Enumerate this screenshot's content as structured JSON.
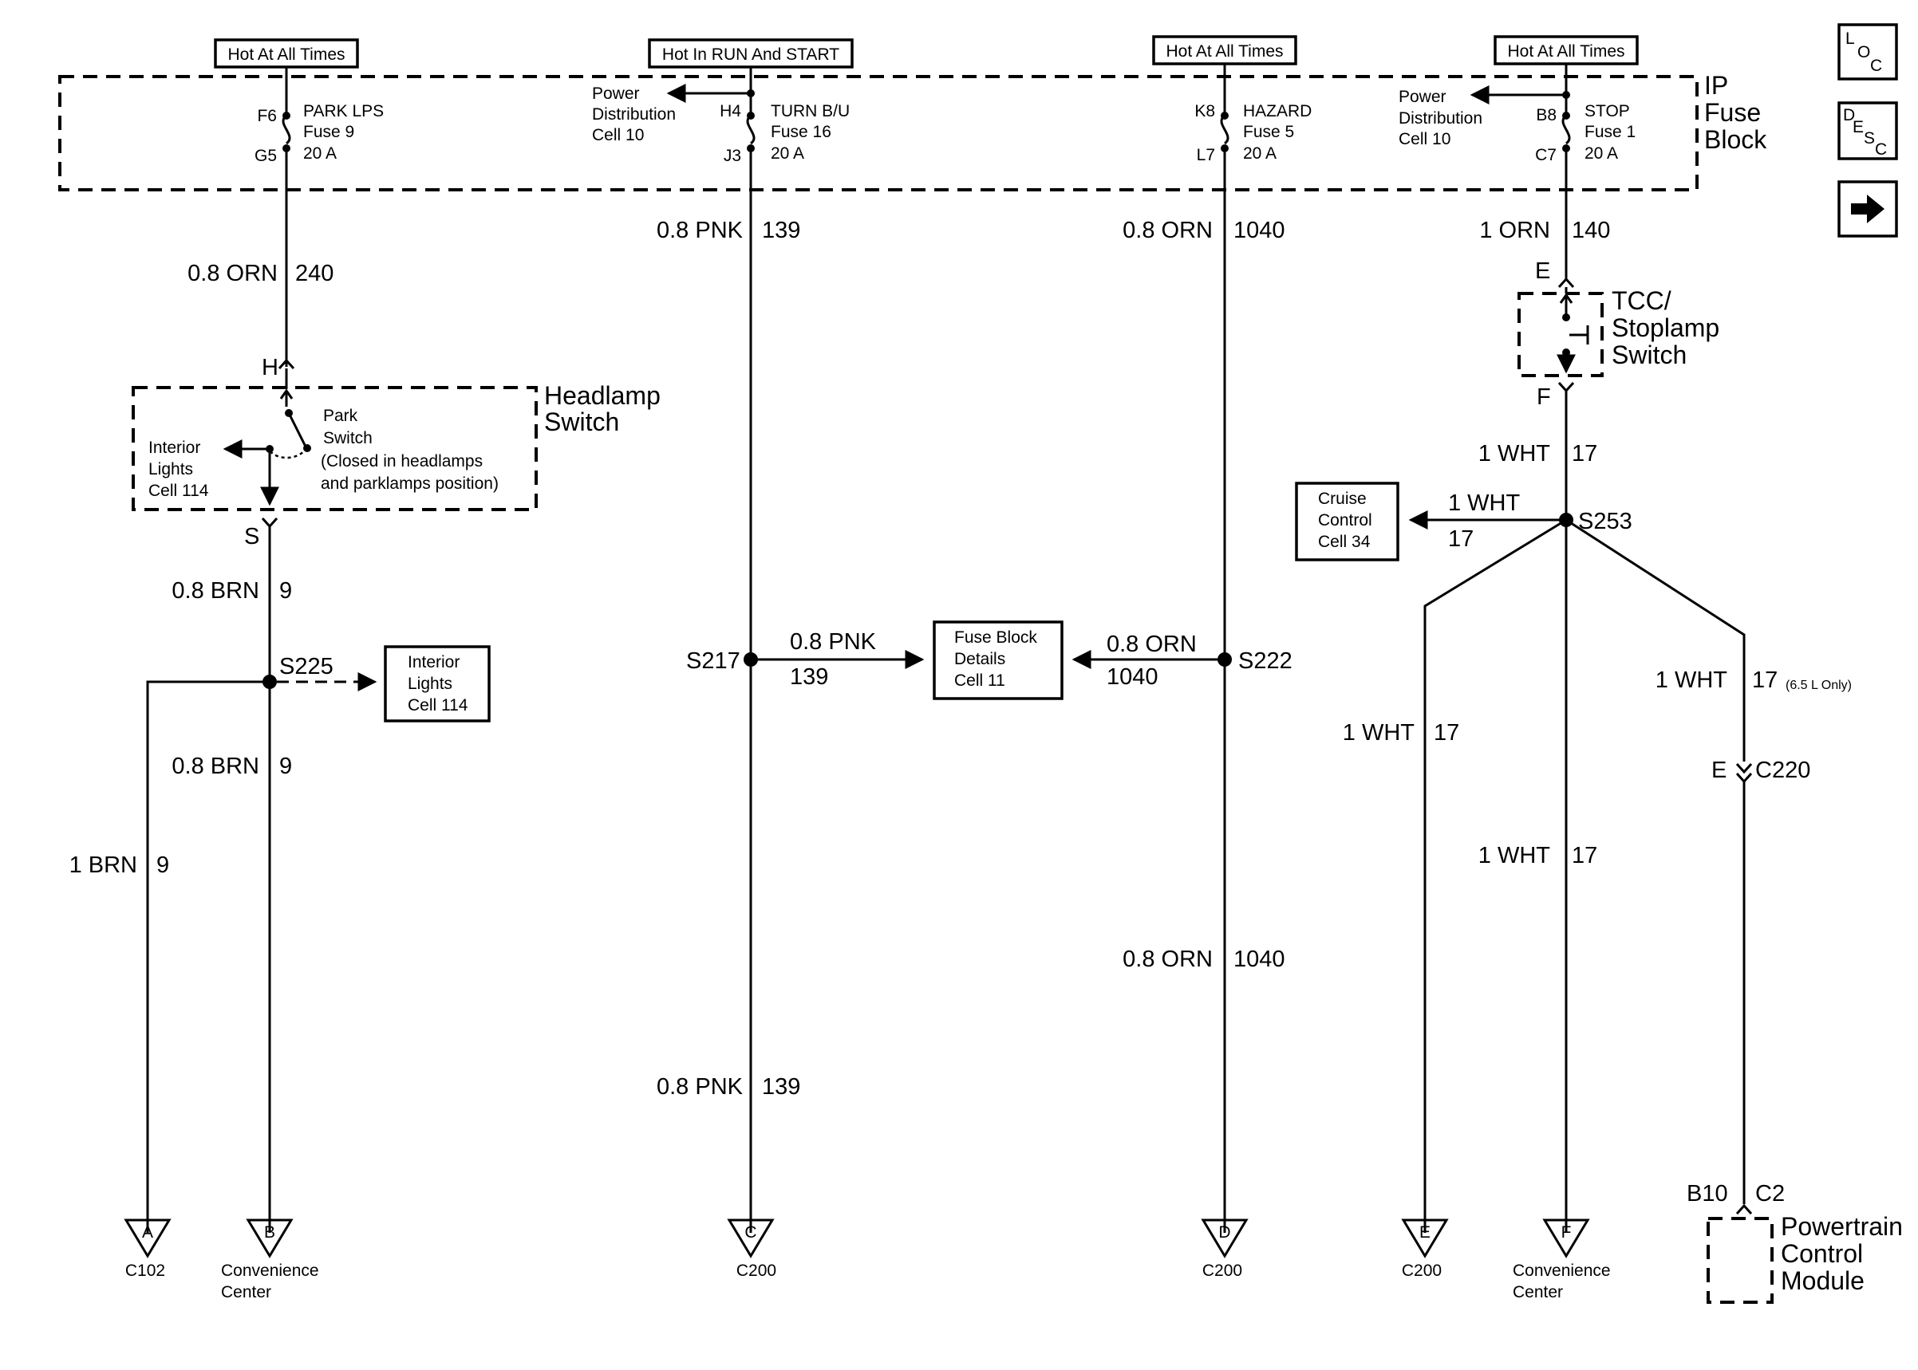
{
  "power_labels": {
    "park": "Hot At All Times",
    "turn": "Hot In RUN And START",
    "hazard": "Hot At All Times",
    "stop": "Hot At All Times"
  },
  "fuse_block": {
    "title_line1": "IP",
    "title_line2": "Fuse",
    "title_line3": "Block",
    "park_fuse": {
      "top_pin": "F6",
      "bottom_pin": "G5",
      "name": "PARK LPS",
      "fuse": "Fuse 9",
      "rating": "20 A"
    },
    "turn_fuse": {
      "top_pin": "H4",
      "bottom_pin": "J3",
      "name": "TURN B/U",
      "fuse": "Fuse 16",
      "rating": "20 A"
    },
    "hazard_fuse": {
      "top_pin": "K8",
      "bottom_pin": "L7",
      "name": "HAZARD",
      "fuse": "Fuse 5",
      "rating": "20 A"
    },
    "stop_fuse": {
      "top_pin": "B8",
      "bottom_pin": "C7",
      "name": "STOP",
      "fuse": "Fuse 1",
      "rating": "20 A"
    },
    "pd_turn": {
      "line1": "Power",
      "line2": "Distribution",
      "line3": "Cell 10"
    },
    "pd_stop": {
      "line1": "Power",
      "line2": "Distribution",
      "line3": "Cell 10"
    }
  },
  "wires": {
    "park_a": {
      "gauge": "0.8 ORN",
      "circuit": "240"
    },
    "turn_a": {
      "gauge": "0.8 PNK",
      "circuit": "139"
    },
    "haz_a": {
      "gauge": "0.8 ORN",
      "circuit": "1040"
    },
    "stop_a": {
      "gauge": "1 ORN",
      "circuit": "140"
    },
    "brn_a": {
      "gauge": "0.8 BRN",
      "circuit": "9"
    },
    "brn_b": {
      "gauge": "0.8 BRN",
      "circuit": "9"
    },
    "brn_c": {
      "gauge": "1 BRN",
      "circuit": "9"
    },
    "s217_out": {
      "gauge": "0.8 PNK",
      "circuit": "139"
    },
    "s222_out": {
      "gauge": "0.8 ORN",
      "circuit": "1040"
    },
    "haz_b": {
      "gauge": "0.8 ORN",
      "circuit": "1040"
    },
    "turn_b": {
      "gauge": "0.8 PNK",
      "circuit": "139"
    },
    "wht_a": {
      "gauge": "1 WHT",
      "circuit": "17"
    },
    "wht_cruise": {
      "gauge": "1 WHT",
      "circuit": "17"
    },
    "wht_left": {
      "gauge": "1 WHT",
      "circuit": "17"
    },
    "wht_mid": {
      "gauge": "1 WHT",
      "circuit": "17"
    },
    "wht_right": {
      "gauge": "1 WHT",
      "circuit": "17",
      "note": "(6.5 L Only)"
    }
  },
  "headlamp_switch": {
    "title_line1": "Headlamp",
    "title_line2": "Switch",
    "pin_in": "H",
    "pin_out": "S",
    "park_line1": "Park",
    "park_line2": "Switch",
    "park_line3": "(Closed in headlamps",
    "park_line4": "and parklamps position)",
    "interior_line1": "Interior",
    "interior_line2": "Lights",
    "interior_line3": "Cell 114"
  },
  "tcc_switch": {
    "title_line1": "TCC/",
    "title_line2": "Stoplamp",
    "title_line3": "Switch",
    "pin_in": "E",
    "pin_out": "F"
  },
  "splices": {
    "s225": "S225",
    "s217": "S217",
    "s222": "S222",
    "s253": "S253"
  },
  "boxes": {
    "interior_lights": {
      "line1": "Interior",
      "line2": "Lights",
      "line3": "Cell 114"
    },
    "fuse_block_details": {
      "line1": "Fuse Block",
      "line2": "Details",
      "line3": "Cell 11"
    },
    "cruise_control": {
      "line1": "Cruise",
      "line2": "Control",
      "line3": "Cell 34"
    }
  },
  "c220": {
    "pin": "E",
    "name": "C220"
  },
  "pcm": {
    "pin": "B10",
    "connector": "C2",
    "line1": "Powertrain",
    "line2": "Control",
    "line3": "Module"
  },
  "offpage": [
    {
      "letter": "A",
      "line1": "C102",
      "line2": ""
    },
    {
      "letter": "B",
      "line1": "Convenience",
      "line2": "Center"
    },
    {
      "letter": "C",
      "line1": "C200",
      "line2": ""
    },
    {
      "letter": "D",
      "line1": "C200",
      "line2": ""
    },
    {
      "letter": "E",
      "line1": "C200",
      "line2": ""
    },
    {
      "letter": "F",
      "line1": "Convenience",
      "line2": "Center"
    }
  ],
  "nav": {
    "loc": {
      "a": "L",
      "b": "O",
      "c": "C"
    },
    "desc": {
      "a": "D",
      "b": "E",
      "c": "S",
      "d": "C"
    },
    "next_icon": "arrow-right-icon"
  }
}
